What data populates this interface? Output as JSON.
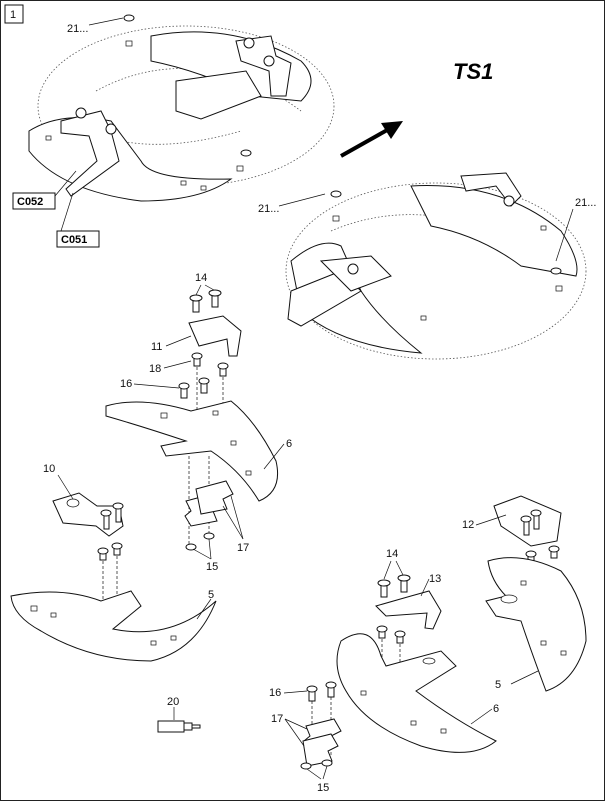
{
  "figure_number": "1",
  "title": "TS1",
  "callouts": {
    "c052": "C052",
    "c051": "C051",
    "p21a": "21...",
    "p21b": "21...",
    "p21c": "21...",
    "p14a": "14",
    "p11": "11",
    "p18": "18",
    "p16a": "16",
    "p6a": "6",
    "p10": "10",
    "p17a": "17",
    "p15a": "15",
    "p5a": "5",
    "p12": "12",
    "p14b": "14",
    "p13": "13",
    "p5b": "5",
    "p20": "20",
    "p16b": "16",
    "p6b": "6",
    "p17b": "17",
    "p15b": "15"
  }
}
